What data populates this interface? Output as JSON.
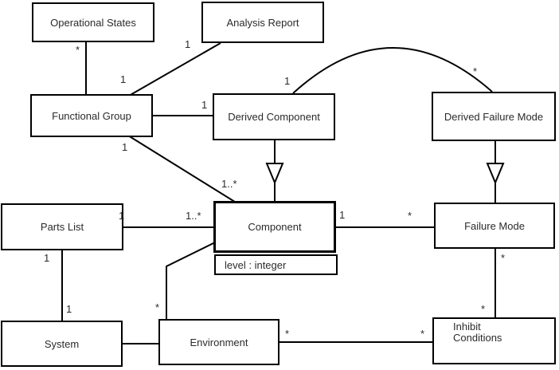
{
  "diagram": {
    "type": "uml-class-diagram",
    "background_color": "#ffffff",
    "line_color": "#000000",
    "text_color": "#2b2b2b",
    "classes": {
      "operational_states": {
        "name": "Operational States"
      },
      "analysis_report": {
        "name": "Analysis Report"
      },
      "functional_group": {
        "name": "Functional Group"
      },
      "derived_component": {
        "name": "Derived Component"
      },
      "derived_failure_mode": {
        "name": "Derived Failure Mode"
      },
      "parts_list": {
        "name": "Parts List"
      },
      "component": {
        "name": "Component",
        "attributes": [
          "level : integer"
        ]
      },
      "failure_mode": {
        "name": "Failure Mode"
      },
      "system": {
        "name": "System"
      },
      "environment": {
        "name": "Environment"
      },
      "inhibit_conditions": {
        "name": "Inhibit\nConditions"
      }
    },
    "associations": [
      {
        "from": "operational_states",
        "to": "functional_group",
        "type": "association"
      },
      {
        "from": "analysis_report",
        "to": "functional_group",
        "type": "association"
      },
      {
        "from": "functional_group",
        "to": "derived_component",
        "type": "association"
      },
      {
        "from": "derived_component",
        "to": "derived_failure_mode",
        "type": "association-arc"
      },
      {
        "from": "functional_group",
        "to": "component",
        "type": "association"
      },
      {
        "from": "parts_list",
        "to": "component",
        "type": "association"
      },
      {
        "from": "component",
        "to": "failure_mode",
        "type": "association"
      },
      {
        "from": "parts_list",
        "to": "system",
        "type": "association"
      },
      {
        "from": "system",
        "to": "environment",
        "type": "association"
      },
      {
        "from": "component",
        "to": "environment",
        "type": "association"
      },
      {
        "from": "environment",
        "to": "inhibit_conditions",
        "type": "association"
      },
      {
        "from": "failure_mode",
        "to": "inhibit_conditions",
        "type": "association"
      },
      {
        "from": "derived_component",
        "to": "component",
        "type": "generalization"
      },
      {
        "from": "derived_failure_mode",
        "to": "failure_mode",
        "type": "generalization"
      }
    ],
    "labels": [
      {
        "text": "*",
        "assoc": "operational_states-functional_group",
        "end": "operational_states"
      },
      {
        "text": "1",
        "assoc": "analysis_report-functional_group",
        "end": "analysis_report"
      },
      {
        "text": "1",
        "assoc": "analysis_report-functional_group",
        "end": "functional_group"
      },
      {
        "text": "1",
        "assoc": "functional_group-derived_component",
        "end": "derived_component"
      },
      {
        "text": "1",
        "assoc": "derived_component-derived_failure_mode",
        "end": "derived_component"
      },
      {
        "text": "*",
        "assoc": "derived_component-derived_failure_mode",
        "end": "derived_failure_mode"
      },
      {
        "text": "1",
        "assoc": "functional_group-component",
        "end": "functional_group"
      },
      {
        "text": "1..*",
        "assoc": "functional_group-component",
        "end": "component"
      },
      {
        "text": "1",
        "assoc": "parts_list-component",
        "end": "parts_list"
      },
      {
        "text": "1..*",
        "assoc": "parts_list-component",
        "end": "component"
      },
      {
        "text": "1",
        "assoc": "component-failure_mode",
        "end": "component"
      },
      {
        "text": "*",
        "assoc": "component-failure_mode",
        "end": "failure_mode"
      },
      {
        "text": "1",
        "assoc": "parts_list-system",
        "end": "parts_list"
      },
      {
        "text": "1",
        "assoc": "parts_list-system",
        "end": "system"
      },
      {
        "text": "*",
        "assoc": "component-environment",
        "end": "environment"
      },
      {
        "text": "*",
        "assoc": "environment-inhibit_conditions",
        "end": "environment"
      },
      {
        "text": "*",
        "assoc": "environment-inhibit_conditions",
        "end": "inhibit_conditions"
      },
      {
        "text": "*",
        "assoc": "failure_mode-inhibit_conditions",
        "end": "failure_mode"
      },
      {
        "text": "*",
        "assoc": "failure_mode-inhibit_conditions",
        "end": "inhibit_conditions"
      }
    ]
  }
}
